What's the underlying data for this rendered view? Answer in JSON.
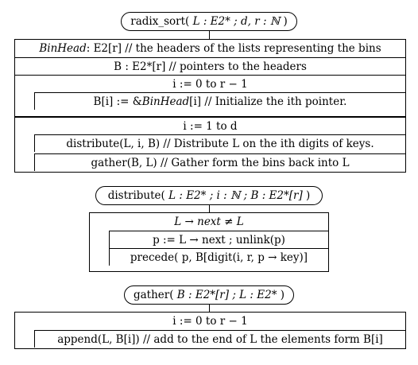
{
  "radix_sort": {
    "header": {
      "name": "radix_sort",
      "params": [
        "L : E2* ;",
        "d, r : ℕ"
      ]
    },
    "rows": [
      {
        "pre": "",
        "em": "BinHead",
        "post": " : E2[r] // the headers of the lists representing the bins"
      },
      {
        "pre": "B : E2*[r] // pointers to the headers",
        "em": "",
        "post": ""
      },
      {
        "pre": "i := 0 to r − 1",
        "em": "",
        "post": ""
      },
      {
        "pre": "B[i] := &",
        "em": "BinHead",
        "post": "[i] // Initialize the ith pointer."
      },
      {
        "pre": "i := 1 to d",
        "em": "",
        "post": ""
      },
      {
        "pre": "distribute(L, i, B) // Distribute L on the ith digits of keys.",
        "em": "",
        "post": ""
      },
      {
        "pre": "gather(B, L) // Gather form the bins back into L",
        "em": "",
        "post": ""
      }
    ]
  },
  "distribute": {
    "header": {
      "name": "distribute",
      "params": [
        "L : E2* ;",
        "i : ℕ ;",
        "B : E2*[r]"
      ]
    },
    "rows": [
      {
        "text": "L → next ≠ L"
      },
      {
        "text": "p := L → next ; unlink(p)"
      },
      {
        "text": "precede( p, B[digit(i, r, p → key)]"
      }
    ]
  },
  "gather": {
    "header": {
      "name": "gather",
      "params": [
        "B : E2*[r] ;",
        "L : E2*"
      ]
    },
    "rows": [
      {
        "text": "i := 0 to r − 1"
      },
      {
        "text": "append(L, B[i]) // add to the end of L the elements form B[i]"
      }
    ]
  }
}
